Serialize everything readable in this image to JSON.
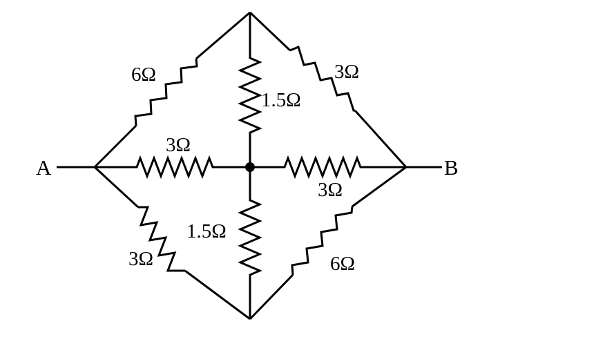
{
  "terminals": {
    "left": "A",
    "right": "B"
  },
  "resistors": {
    "upper_left": "6Ω",
    "upper_right": "3Ω",
    "upper_center": "1.5Ω",
    "mid_left": "3Ω",
    "mid_right": "3Ω",
    "lower_center": "1.5Ω",
    "lower_left": "3Ω",
    "lower_right": "6Ω"
  },
  "colors": {
    "ink": "#000000",
    "background": "#ffffff"
  }
}
